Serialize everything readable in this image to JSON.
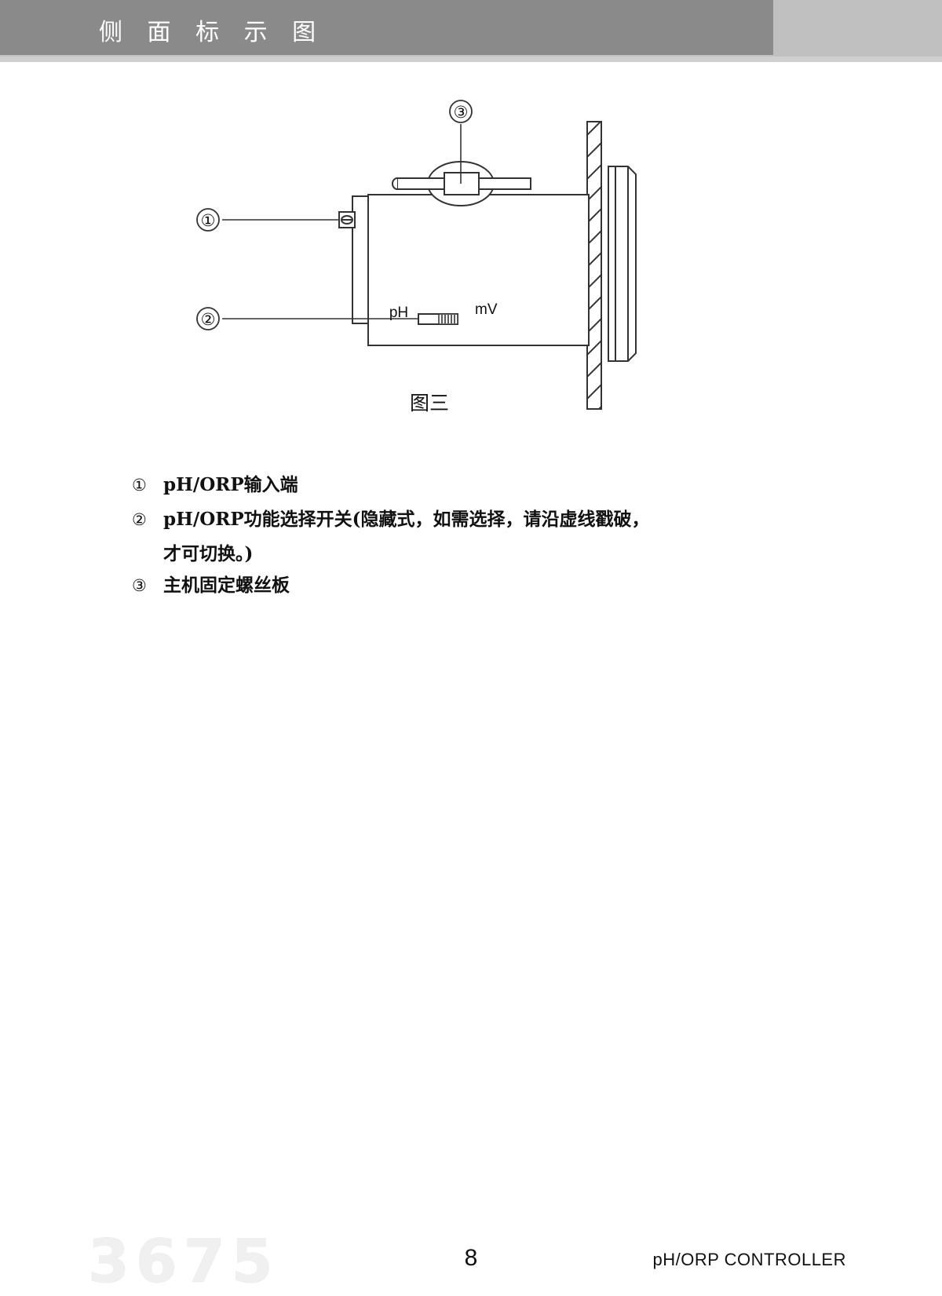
{
  "header": {
    "title": "侧 面 标 示 图",
    "bar_dark_color": "#8a8a8a",
    "bar_light_color": "#c0c0c0",
    "title_color": "#ffffff"
  },
  "diagram": {
    "caption": "图三",
    "callouts": [
      {
        "id": "callout-1",
        "marker": "①"
      },
      {
        "id": "callout-2",
        "marker": "②"
      },
      {
        "id": "callout-3",
        "marker": "③"
      }
    ],
    "switch_labels": {
      "left": "pH",
      "right": "mV"
    },
    "line_color": "#333333",
    "fill_color": "#ffffff"
  },
  "legend": {
    "items": [
      {
        "marker": "①",
        "text": "pH/ORP输入端"
      },
      {
        "marker": "②",
        "text": "pH/ORP功能选择开关(隐藏式，如需选择，请沿虚线戳破，",
        "continuation": "才可切换。)"
      },
      {
        "marker": "③",
        "text": "主机固定螺丝板"
      }
    ]
  },
  "footer": {
    "watermark": "3675",
    "page_number": "8",
    "product": "pH/ORP CONTROLLER"
  }
}
